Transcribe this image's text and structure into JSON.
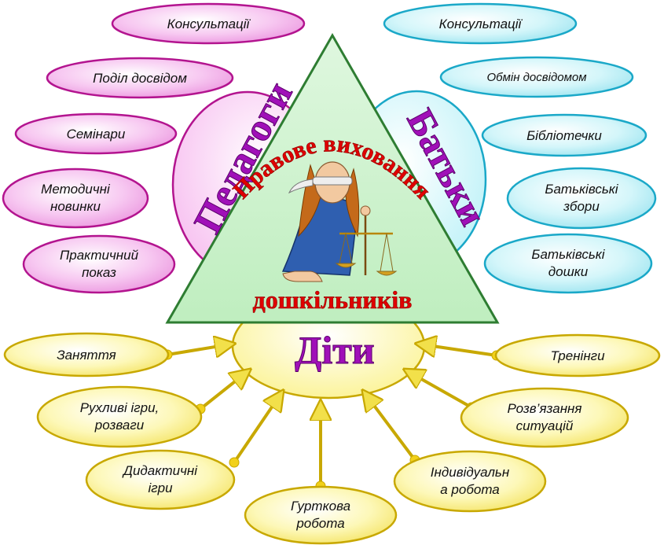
{
  "colors": {
    "pink": "#f5b8ee",
    "pink_edge": "#b3148f",
    "cyan": "#c8f4f8",
    "cyan_edge": "#1aa8c8",
    "yellow": "#fdf7a8",
    "yellow_edge": "#c8a800",
    "triangle": "#c8f0c8",
    "triangle_edge": "#2e7d32",
    "title_red": "#e00000",
    "side_purple": "#a010b8"
  },
  "center": {
    "title_arc": "Правове виховання",
    "title_bottom": "дошкільників",
    "image_icon": "themis-justice-illustration"
  },
  "groups": {
    "teachers": {
      "title": "Педагоги",
      "items": [
        "Консультації",
        "Поділ досвідом",
        "Семінари",
        "Методичні новинки",
        "Практичний показ"
      ]
    },
    "parents": {
      "title": "Батьки",
      "items": [
        "Консультації",
        "Обмін досвідомом",
        "Бібліотечки",
        "Батьківські збори",
        "Батьківські дошки"
      ]
    },
    "children": {
      "title": "Діти",
      "items": [
        "Заняття",
        "Рухливі ігри, розваги",
        "Дидактичні ігри",
        "Гурткова робота",
        "Індивідуальн а робота",
        "Розв’язання ситуацій",
        "Тренінги"
      ]
    }
  }
}
